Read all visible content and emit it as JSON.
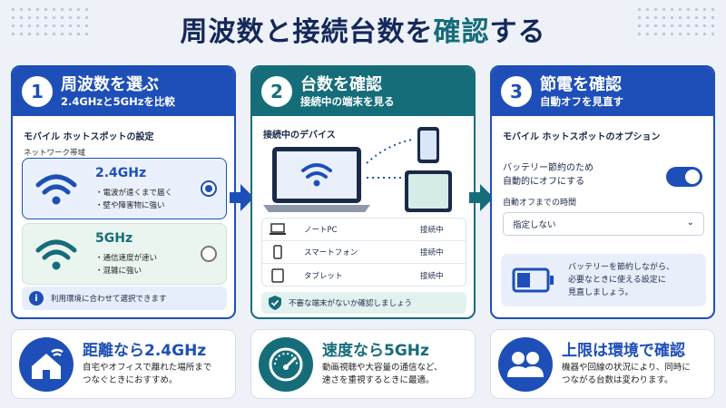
{
  "title": {
    "part1": "周波数と接続台数を",
    "part2": "確認",
    "part3": "する"
  },
  "steps": [
    {
      "num": "1",
      "title": "周波数を選ぶ",
      "subtitle": "2.4GHzと5GHzを比較",
      "section": "モバイル ホットスポットの設定",
      "band_label": "ネットワーク帯域",
      "options": [
        {
          "label": "2.4GHz",
          "points": [
            "・電波が遠くまで届く",
            "・壁や障害物に強い"
          ],
          "selected": true
        },
        {
          "label": "5GHz",
          "points": [
            "・通信速度が速い",
            "・混雑に強い"
          ],
          "selected": false
        }
      ],
      "info": "利用環境に合わせて選択できます"
    },
    {
      "num": "2",
      "title": "台数を確認",
      "subtitle": "接続中の端末を見る",
      "section": "接続中のデバイス",
      "devices": [
        {
          "name": "ノートPC",
          "status": "接続中",
          "icon": "laptop-icon"
        },
        {
          "name": "スマートフォン",
          "status": "接続中",
          "icon": "smartphone-icon"
        },
        {
          "name": "タブレット",
          "status": "接続中",
          "icon": "tablet-icon"
        }
      ],
      "warning": "不審な端末がないか確認しましょう"
    },
    {
      "num": "3",
      "title": "節電を確認",
      "subtitle": "自動オフを見直す",
      "section": "モバイル ホットスポットのオプション",
      "toggle_label_1": "バッテリー節約のため",
      "toggle_label_2": "自動的にオフにする",
      "toggle_on": true,
      "timeout_label": "自動オフまでの時間",
      "timeout_value": "指定しない",
      "battery_text_1": "バッテリーを節約しながら、",
      "battery_text_2": "必要なときに使える設定に",
      "battery_text_3": "見直しましょう。"
    }
  ],
  "tips": [
    {
      "title": "距離なら2.4GHz",
      "line1": "自宅やオフィスで離れた場所まで",
      "line2": "つなぐときにおすすめ。",
      "icon": "house-wifi-icon"
    },
    {
      "title": "速度なら5GHz",
      "line1": "動画視聴や大容量の通信など、",
      "line2": "速さを重視するときに最適。",
      "icon": "speedometer-icon"
    },
    {
      "title": "上限は環境で確認",
      "line1": "機器や回線の状況により、同時に",
      "line2": "つながる台数は変わります。",
      "icon": "users-icon"
    }
  ],
  "colors": {
    "blue": "#1e4fb8",
    "teal": "#166d7a",
    "navy": "#14285a"
  }
}
